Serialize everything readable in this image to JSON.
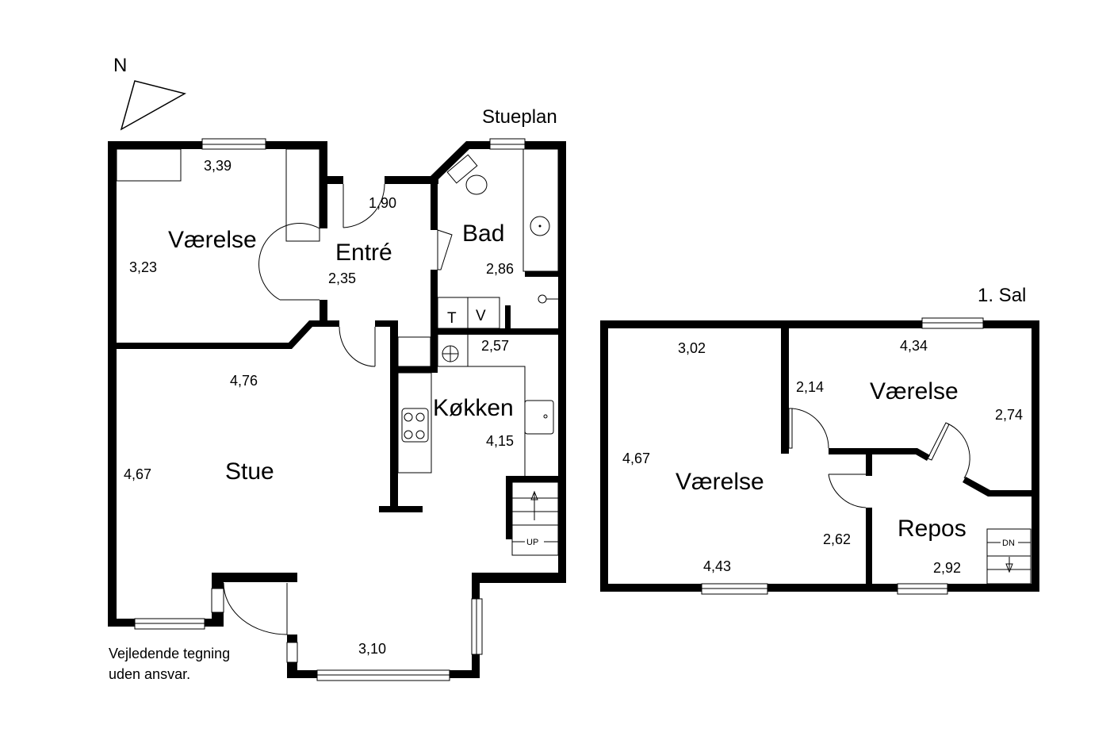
{
  "north": {
    "label": "N"
  },
  "ground_floor": {
    "title": "Stueplan",
    "rooms": [
      {
        "name": "Værelse",
        "dims": [
          "3,39",
          "3,23"
        ]
      },
      {
        "name": "Entré",
        "dims": [
          "1,90",
          "2,35"
        ]
      },
      {
        "name": "Bad",
        "dims": [
          "2,86",
          "2,57"
        ]
      },
      {
        "name": "Køkken",
        "dims": [
          "4,15"
        ]
      },
      {
        "name": "Stue",
        "dims": [
          "4,76",
          "4,67",
          "3,10"
        ]
      }
    ],
    "fixtures": {
      "dryer": "T",
      "washer": "V",
      "stairs": "UP"
    }
  },
  "first_floor": {
    "title": "1. Sal",
    "rooms": [
      {
        "name": "Værelse",
        "dims": [
          "3,02",
          "4,67",
          "4,43",
          "2,62"
        ]
      },
      {
        "name": "Værelse",
        "dims": [
          "4,34",
          "2,14",
          "2,74"
        ]
      },
      {
        "name": "Repos",
        "dims": [
          "2,92"
        ]
      }
    ],
    "fixtures": {
      "stairs": "DN"
    }
  },
  "disclaimer": [
    "Vejledende tegning",
    "uden ansvar."
  ]
}
